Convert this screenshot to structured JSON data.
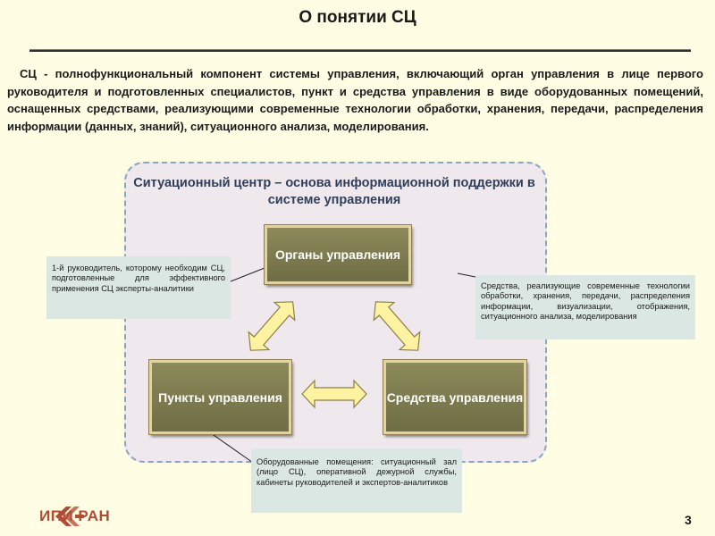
{
  "slide": {
    "title": "О понятии СЦ",
    "intro": "СЦ - полнофункциональный компонент системы управления, включающий орган управления в лице первого руководителя и подготовленных специалистов, пункт и средства управления в виде оборудованных помещений, оснащенных средствами, реализующими современные технологии обработки, хранения, передачи, распределения информации (данных, знаний), ситуационного анализа, моделирования.",
    "page_number": "3"
  },
  "diagram": {
    "title": "Ситуационный центр – основа информационной поддержки в системе управления",
    "nodes": {
      "organs": "Органы управления",
      "points": "Пункты управления",
      "means": "Средства управления"
    },
    "callouts": {
      "left": "1-й руководитель, которому необходим СЦ, подготовленные для эффективного применения СЦ эксперты-аналитики",
      "right": "Средства, реализующие современные технологии обработки, хранения, передачи, распределения информации, визуализации, отображения, ситуационного анализа, моделирования",
      "bottom": "Оборудованные помещения: ситуационный зал (лицо СЦ), оперативной дежурной службы, кабинеты руководителей и экспертов-аналитиков"
    },
    "colors": {
      "node_fill": "#7d7b4f",
      "node_border": "#e2d3a0",
      "arrow_fill": "#fff2a0",
      "callout_fill": "#dbe7e2",
      "panel_fill": "#efe9ee",
      "panel_border": "#8aa4c4"
    }
  },
  "footer": {
    "logo_text": "ИПИ РАН"
  }
}
